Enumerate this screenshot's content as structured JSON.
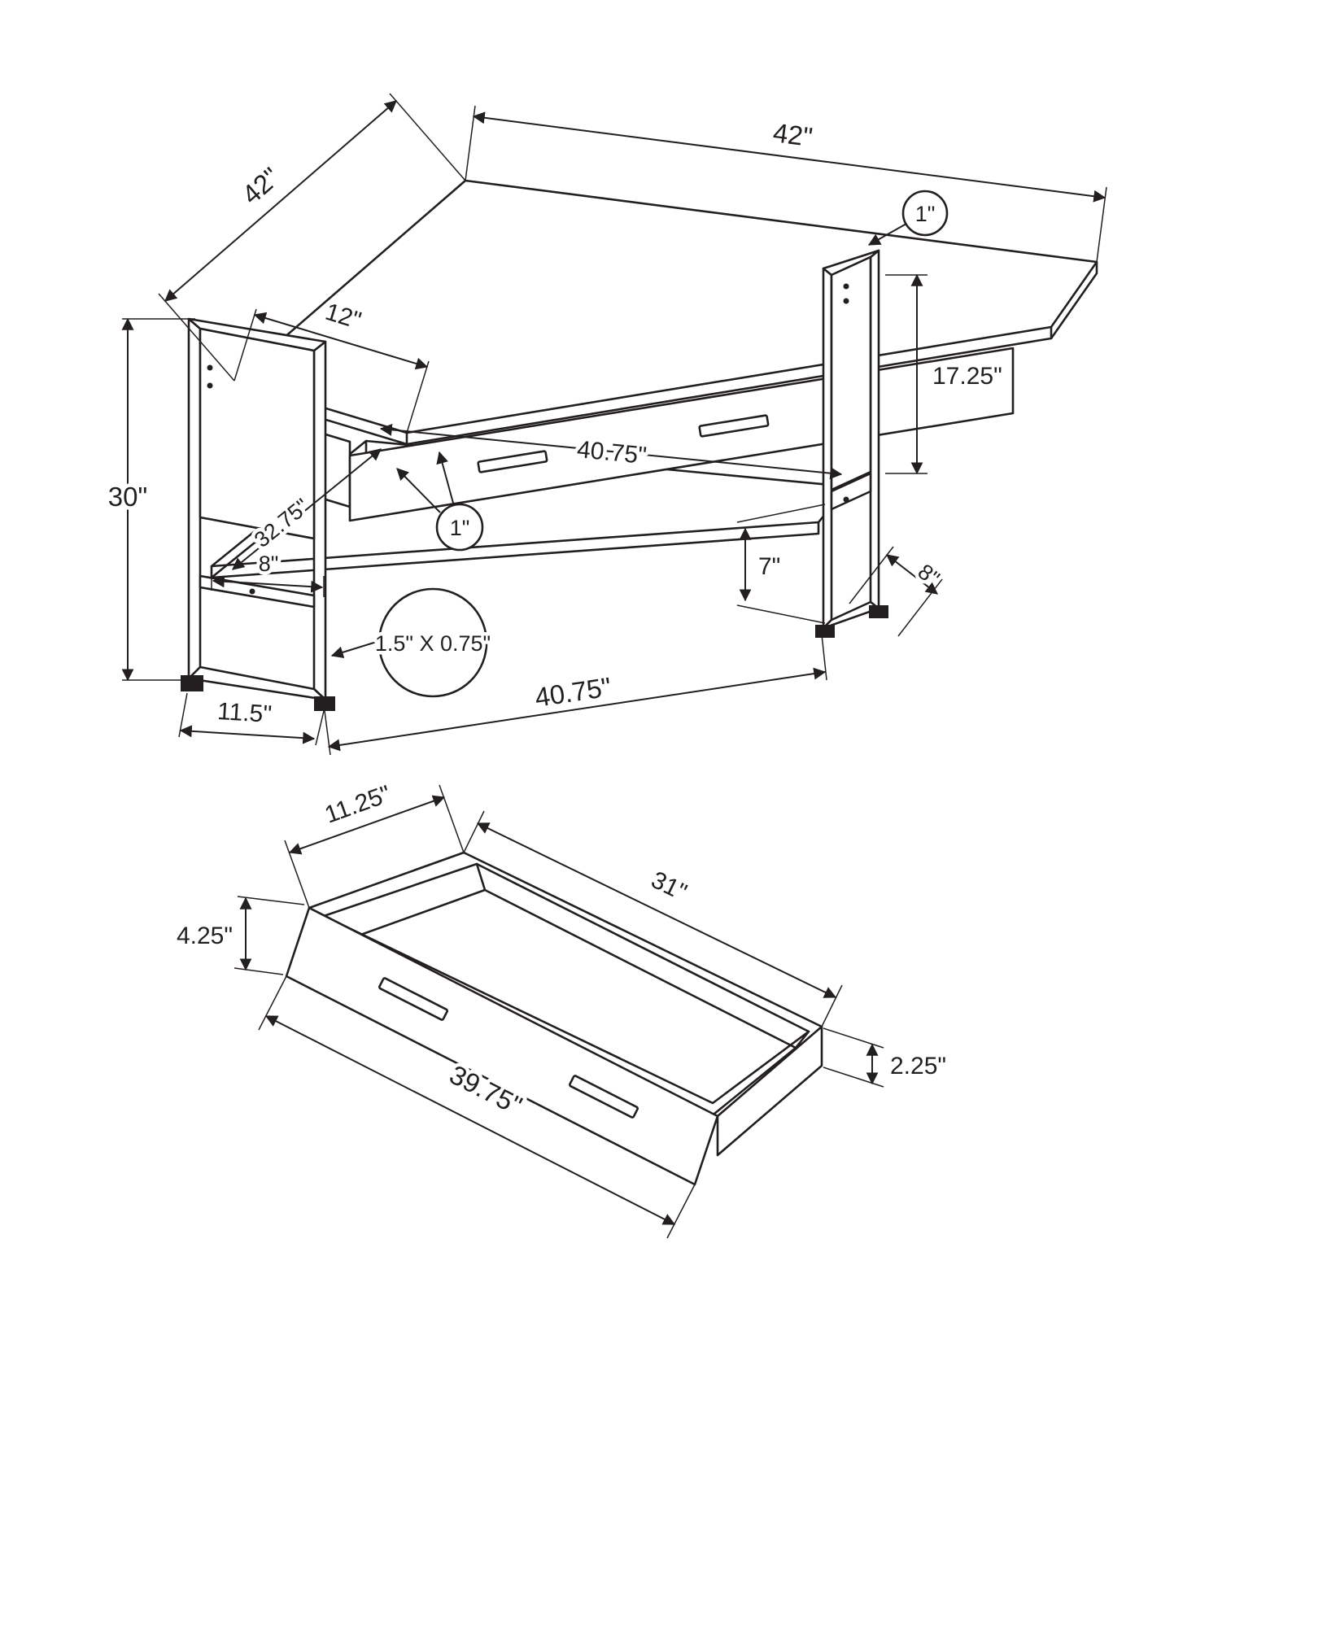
{
  "colors": {
    "line": "#231f20",
    "background": "#ffffff"
  },
  "desk": {
    "top_right_edge": "42\"",
    "top_left_edge": "42\"",
    "side_edge": "12\"",
    "top_thickness": "1\"",
    "leg_panel_height": "17.25\"",
    "overall_height": "30\"",
    "shelf_length": "40.75\"",
    "shelf_thickness": "1\"",
    "shelf_left_depth": "32.75\"",
    "shelf_front_depth": "8\"",
    "shelf_clearance": "7\"",
    "right_foot_depth": "8\"",
    "frame_tube_size": "1.5\" X 0.75\"",
    "base_span": "40.75\"",
    "foot_depth": "11.5\""
  },
  "drawer": {
    "depth": "11.25\"",
    "back_length": "31\"",
    "front_height": "4.25\"",
    "side_height": "2.25\"",
    "front_length": "39.75\""
  }
}
